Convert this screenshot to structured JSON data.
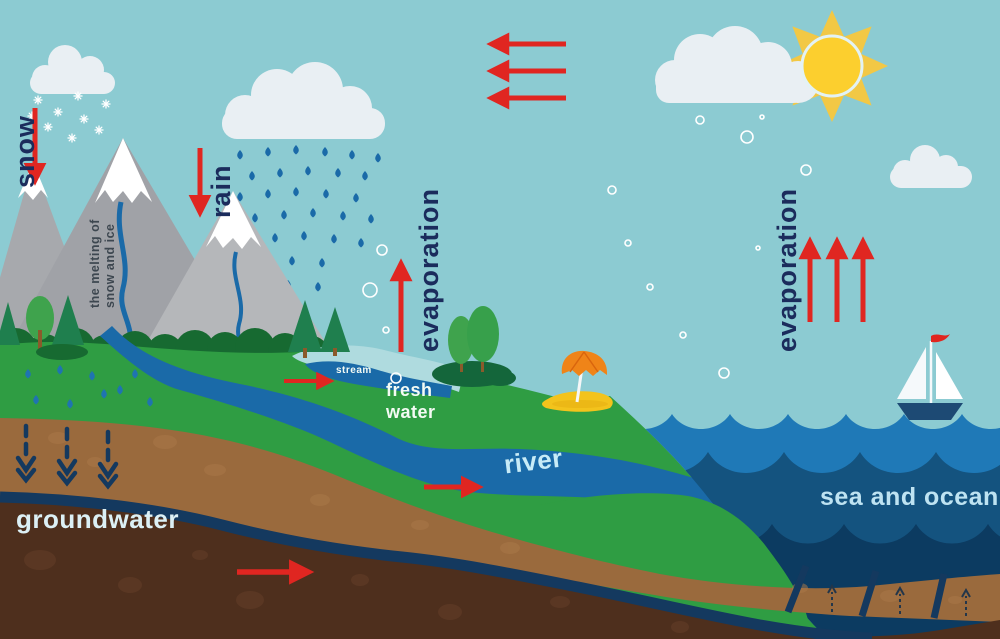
{
  "title": "water cycle diagram",
  "labels": {
    "snow": "snow",
    "rain": "rain",
    "melting_1": "the melting of",
    "melting_2": "snow and ice",
    "evaporation_left": "evaporation",
    "evaporation_right": "evaporation",
    "stream": "stream",
    "fresh_water_1": "fresh",
    "fresh_water_2": "water",
    "river": "river",
    "sea_and_ocean": "sea and ocean",
    "groundwater": "groundwater"
  },
  "icons": {
    "sun": "sun-icon",
    "clouds": "cloud-icon",
    "snowflakes": "snowflake-icon",
    "raindrops": "raindrop-icon",
    "sailboat": "sailboat-icon",
    "umbrella": "beach-umbrella-icon",
    "arrows": "red-flow-arrow-icon"
  },
  "colors": {
    "sky": "#8ccbd2",
    "sun": "#fccf2e",
    "sun_ray": "#f2c845",
    "cloud": "#e9eff3",
    "mountain_a": "#a7a9ad",
    "mountain_b": "#a0a2a7",
    "mountain_c": "#b5b7ba",
    "snow_cap": "#ffffff",
    "grass": "#2f9d43",
    "bush": "#176a31",
    "tree": "#3fa34d",
    "pine": "#1f7f4e",
    "trunk": "#8b5a2b",
    "lake": "#afdbdf",
    "river": "#1a6aa8",
    "sea_light": "#1f79b7",
    "sea_mid": "#14537f",
    "sea_dark": "#0c3b61",
    "sand": "#f3c31c",
    "soil_light": "#9a6a3d",
    "soil_dark": "#4e2f1d",
    "water_table": "#14395f",
    "arrow_red": "#e02621",
    "label_navy": "#1b2c5c",
    "label_sea": "#bee3f2",
    "label_river": "#c7ebf7",
    "label_ground": "#dcf0f5",
    "label_white": "#f4fbf4",
    "melting_text": "#3d4750"
  }
}
